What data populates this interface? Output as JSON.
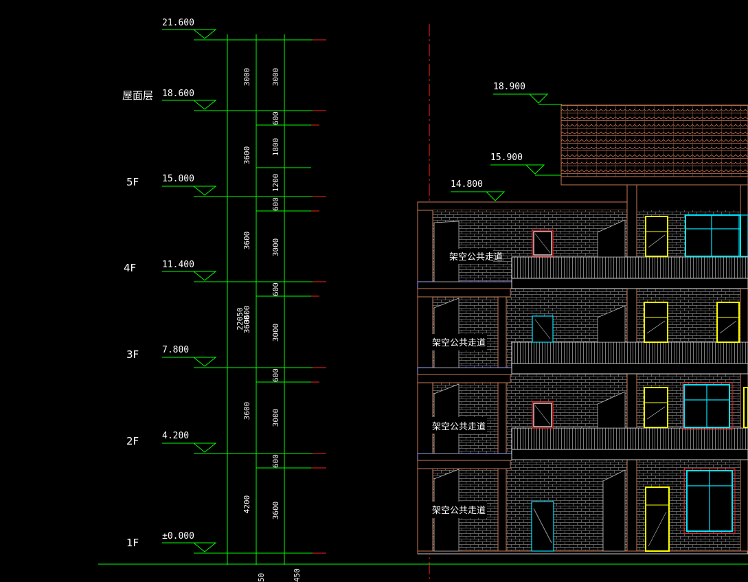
{
  "colors": {
    "background": "#000000",
    "dim_line": "#00ff00",
    "level_line": "#00ff00",
    "axis_line": "#ff0000",
    "wall_hatch": "#8a8a8a",
    "roof": "#cc7a55",
    "window_yellow": "#ffff00",
    "window_cyan": "#00e5ff",
    "window_red": "#ff2020",
    "slab": "#a0a0ff",
    "text": "#ffffff"
  },
  "levels": [
    {
      "elev": "21.600",
      "floor": ""
    },
    {
      "elev": "18.600",
      "floor": "屋面层"
    },
    {
      "elev": "15.000",
      "floor": "5F"
    },
    {
      "elev": "11.400",
      "floor": "4F"
    },
    {
      "elev": "7.800",
      "floor": "3F"
    },
    {
      "elev": "4.200",
      "floor": "2F"
    },
    {
      "elev": "±0.000",
      "floor": "1F"
    }
  ],
  "dims_storey": [
    "3000",
    "3600",
    "3600",
    "3600",
    "3600",
    "4200"
  ],
  "dims_total": [
    "22050",
    "3600"
  ],
  "dims_detail": [
    "3000",
    "600",
    "1800",
    "1200",
    "600",
    "3000",
    "600",
    "3000",
    "600",
    "3000",
    "600",
    "3600"
  ],
  "dims_bottom": [
    "50",
    "450"
  ],
  "elevation_marks": [
    "18.900",
    "15.900",
    "14.800"
  ],
  "corridor_labels": [
    "架空公共走道",
    "架空公共走道",
    "架空公共走道",
    "架空公共走道"
  ],
  "icons": [
    "level-triangle-icon",
    "door-glyph-icon",
    "window-glyph-icon"
  ]
}
